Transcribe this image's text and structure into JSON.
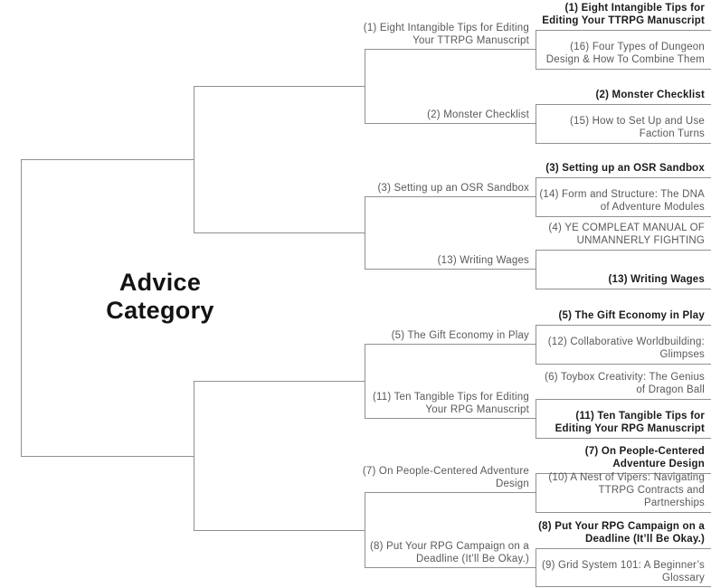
{
  "colors": {
    "background": "#ffffff",
    "line": "#909094",
    "entry_text": "#58595c",
    "winner_text": "#1b1b1d",
    "title_text": "#131316"
  },
  "title": "Advice Category",
  "bracket": {
    "round1": [
      {
        "top": {
          "label": "(1) Eight Intangible Tips for Editing Your TTRPG Manuscript",
          "winner": true
        },
        "bottom": {
          "label": "(16) Four Types of Dungeon Design & How To Combine Them",
          "winner": false
        }
      },
      {
        "top": {
          "label": "(2) Monster Checklist",
          "winner": true
        },
        "bottom": {
          "label": "(15) How to Set Up and Use Faction Turns",
          "winner": false
        }
      },
      {
        "top": {
          "label": "(3) Setting up an OSR Sandbox",
          "winner": true
        },
        "bottom": {
          "label": "(14) Form and Structure: The DNA of Adventure Modules",
          "winner": false
        }
      },
      {
        "top": {
          "label": "(4) YE COMPLEAT MANUAL OF UNMANNERLY FIGHTING",
          "winner": false
        },
        "bottom": {
          "label": "(13) Writing Wages",
          "winner": true
        }
      },
      {
        "top": {
          "label": "(5) The Gift Economy in Play",
          "winner": true
        },
        "bottom": {
          "label": "(12) Collaborative Worldbuilding: Glimpses",
          "winner": false
        }
      },
      {
        "top": {
          "label": "(6) Toybox Creativity: The Genius of Dragon Ball",
          "winner": false
        },
        "bottom": {
          "label": "(11) Ten Tangible Tips for Editing Your RPG Manuscript",
          "winner": true
        }
      },
      {
        "top": {
          "label": "(7) On People-Centered Adventure Design",
          "winner": true
        },
        "bottom": {
          "label": "(10) A Nest of Vipers: Navigating TTRPG Contracts and Partnerships",
          "winner": false
        }
      },
      {
        "top": {
          "label": "(8) Put Your RPG Campaign on a Deadline (It’ll Be Okay.)",
          "winner": true
        },
        "bottom": {
          "label": "(9) Grid System 101: A Beginner’s Glossary",
          "winner": false
        }
      }
    ],
    "quarterfinals": [
      {
        "label": "(1) Eight Intangible Tips for Editing Your TTRPG Manuscript"
      },
      {
        "label": "(2) Monster Checklist"
      },
      {
        "label": "(3) Setting up an OSR Sandbox"
      },
      {
        "label": "(13) Writing Wages"
      },
      {
        "label": "(5) The Gift Economy in Play"
      },
      {
        "label": "(11) Ten Tangible Tips for Editing Your RPG Manuscript"
      },
      {
        "label": "(7) On People-Centered Adventure Design"
      },
      {
        "label": "(8) Put Your RPG Campaign on a Deadline (It’ll Be Okay.)"
      }
    ]
  }
}
